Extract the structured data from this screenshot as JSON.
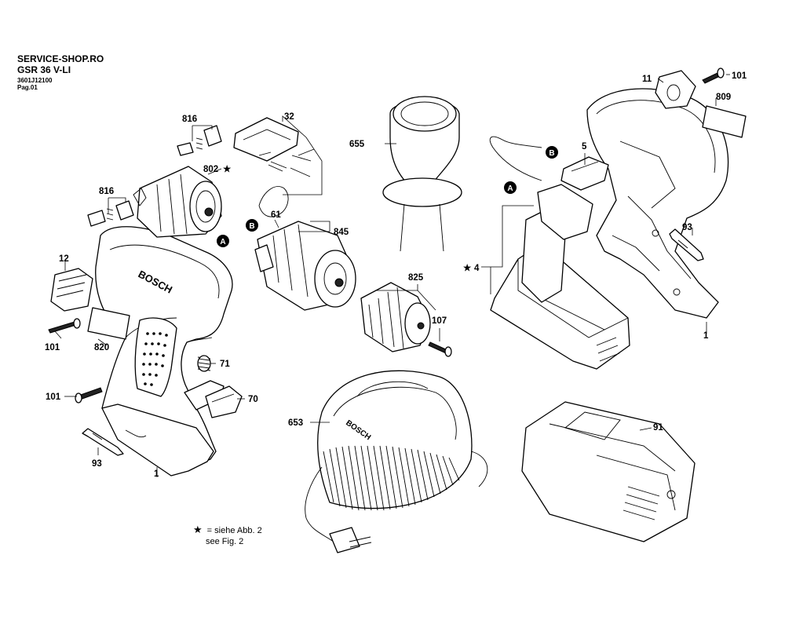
{
  "header": {
    "shop": "SERVICE-SHOP.RO",
    "model": "GSR 36 V-LI",
    "code": "3601J12100",
    "page": "Pag.01"
  },
  "legend": {
    "symbol": "★",
    "line1": "= siehe Abb. 2",
    "line2": "see Fig. 2"
  },
  "callouts": {
    "a": "A",
    "b": "B"
  },
  "parts": {
    "p1": "1",
    "p4": "4",
    "p5": "5",
    "p11": "11",
    "p12": "12",
    "p32": "32",
    "p61": "61",
    "p70": "70",
    "p71": "71",
    "p91": "91",
    "p93": "93",
    "p101": "101",
    "p107": "107",
    "p653": "653",
    "p655": "655",
    "p802": "802",
    "p809": "809",
    "p816": "816",
    "p820": "820",
    "p825": "825",
    "p845": "845"
  },
  "accent": "#000000"
}
